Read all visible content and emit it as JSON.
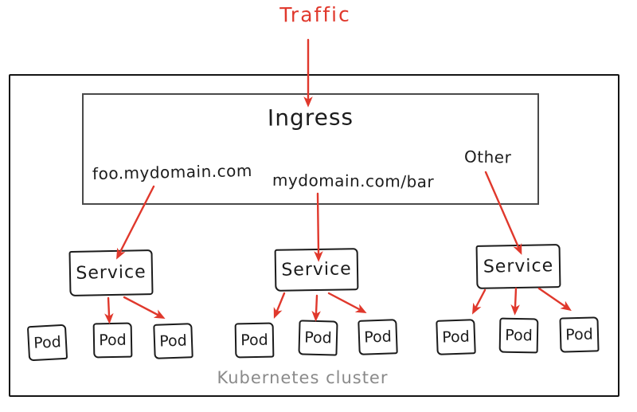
{
  "traffic": {
    "label": "Traffic"
  },
  "cluster": {
    "label": "Kubernetes cluster"
  },
  "ingress": {
    "title": "Ingress",
    "rules": [
      {
        "label": "foo.mydomain.com"
      },
      {
        "label": "mydomain.com/bar"
      },
      {
        "label": "Other"
      }
    ]
  },
  "services": [
    {
      "label": "Service",
      "pods": [
        {
          "label": "Pod"
        },
        {
          "label": "Pod"
        },
        {
          "label": "Pod"
        }
      ]
    },
    {
      "label": "Service",
      "pods": [
        {
          "label": "Pod"
        },
        {
          "label": "Pod"
        },
        {
          "label": "Pod"
        }
      ]
    },
    {
      "label": "Service",
      "pods": [
        {
          "label": "Pod"
        },
        {
          "label": "Pod"
        },
        {
          "label": "Pod"
        }
      ]
    }
  ],
  "colors": {
    "arrow_red": "#e0382c",
    "stroke_black": "#1c1c1c",
    "ingress_border": "#4a4a4a",
    "cluster_label_gray": "#8a8a8a",
    "background": "#ffffff"
  }
}
